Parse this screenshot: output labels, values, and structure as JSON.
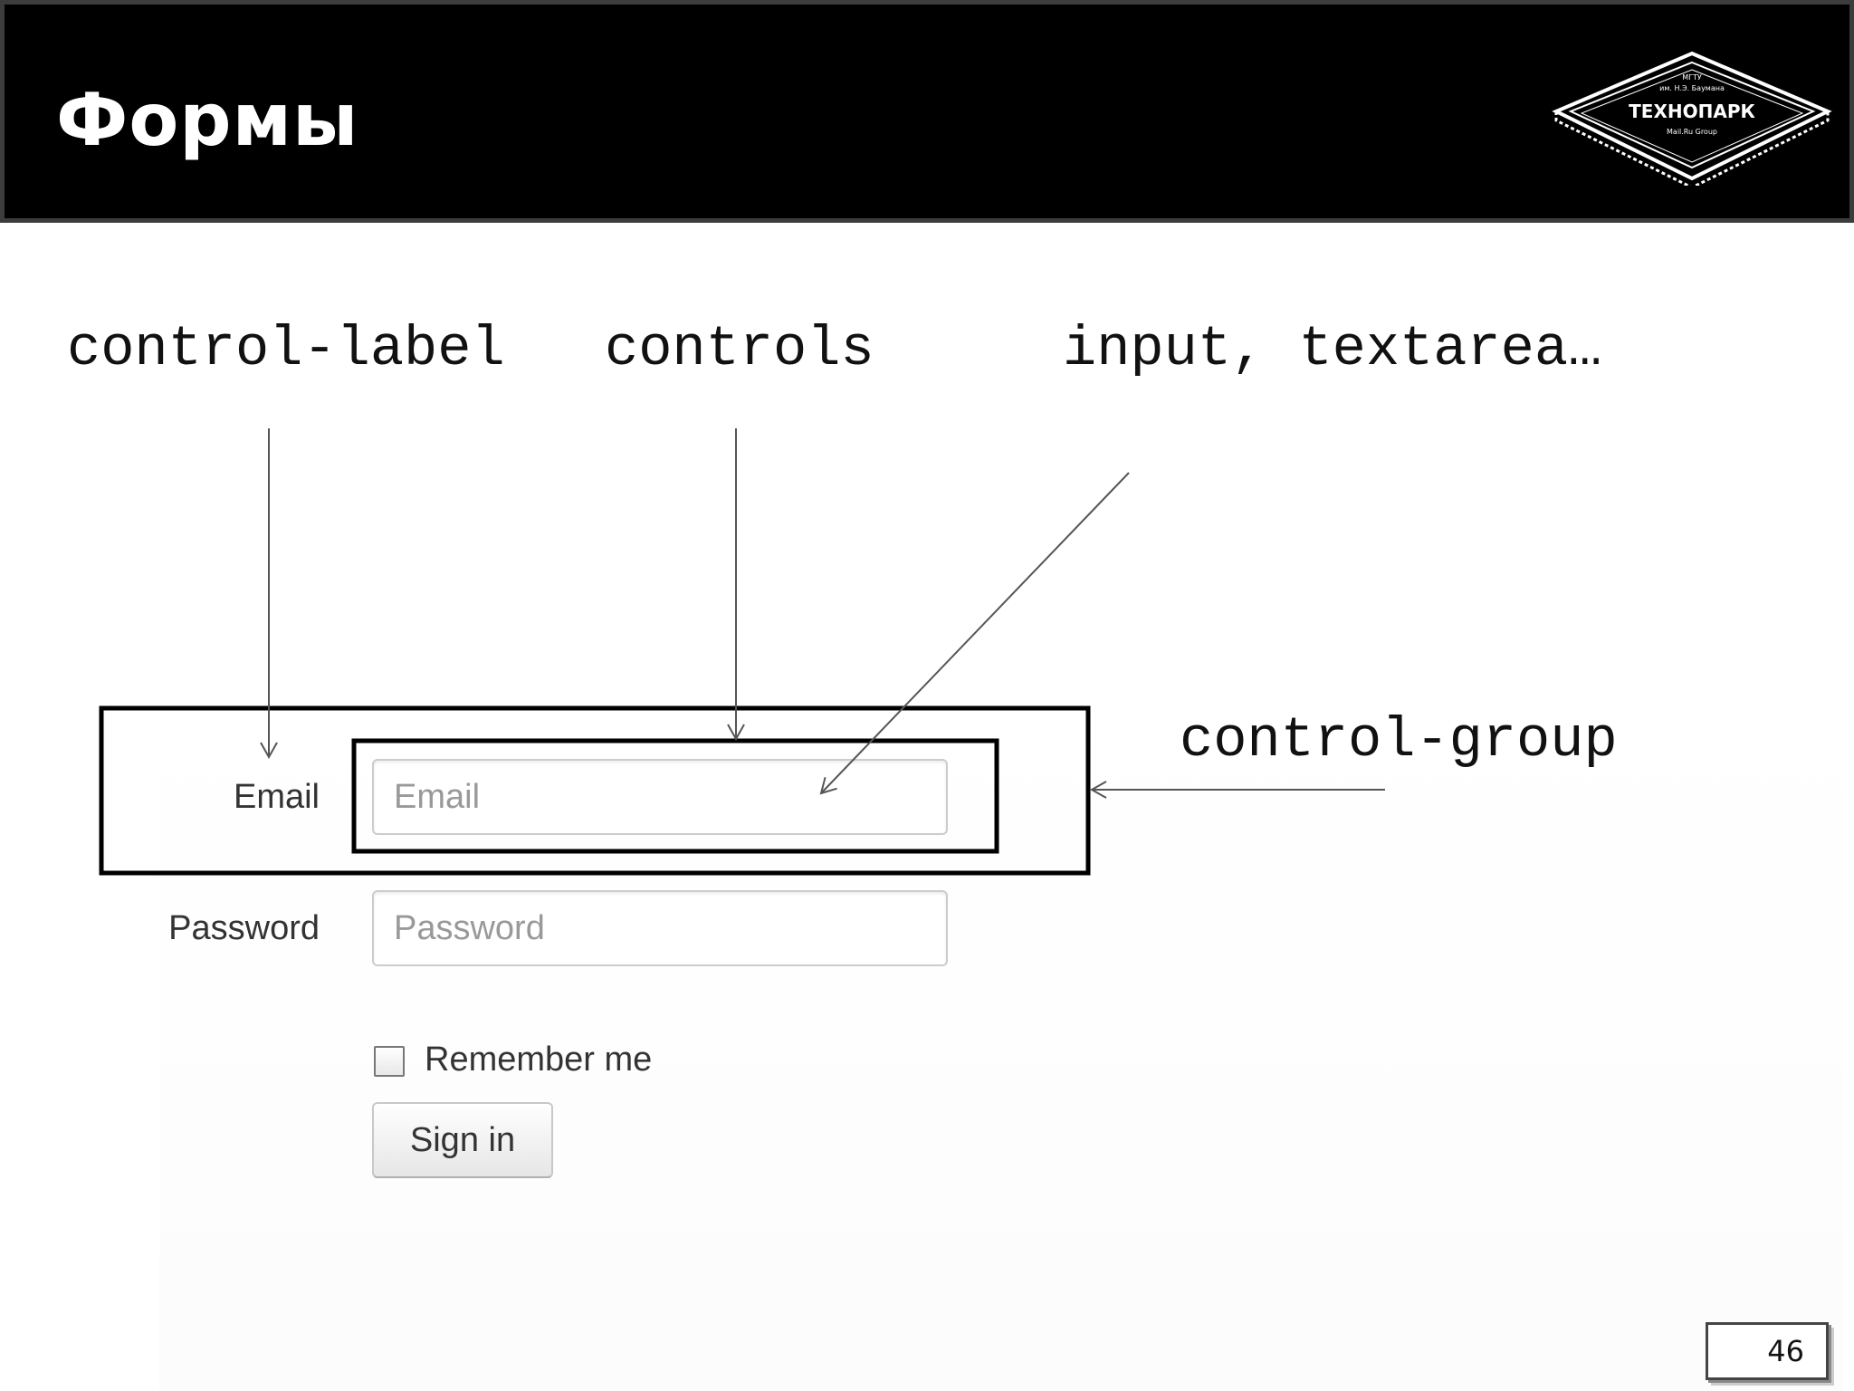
{
  "slide": {
    "title": "Формы",
    "page_number": "46"
  },
  "logo": {
    "line1": "МГТУ",
    "line2": "им. Н.Э. Баумана",
    "main": "ТЕХНОПАРК",
    "sub": "Mail.Ru Group"
  },
  "annotations": {
    "control_label": "control-label",
    "controls": "controls",
    "input_textarea": "input, textarea…",
    "control_group": "control-group"
  },
  "form": {
    "email_label": "Email",
    "email_placeholder": "Email",
    "email_value": "",
    "password_label": "Password",
    "password_placeholder": "Password",
    "password_value": "",
    "remember_label": "Remember me",
    "remember_checked": false,
    "signin_label": "Sign in"
  },
  "colors": {
    "header_bg": "#000000",
    "annotation_line": "#555555",
    "highlight_box": "#000000"
  }
}
